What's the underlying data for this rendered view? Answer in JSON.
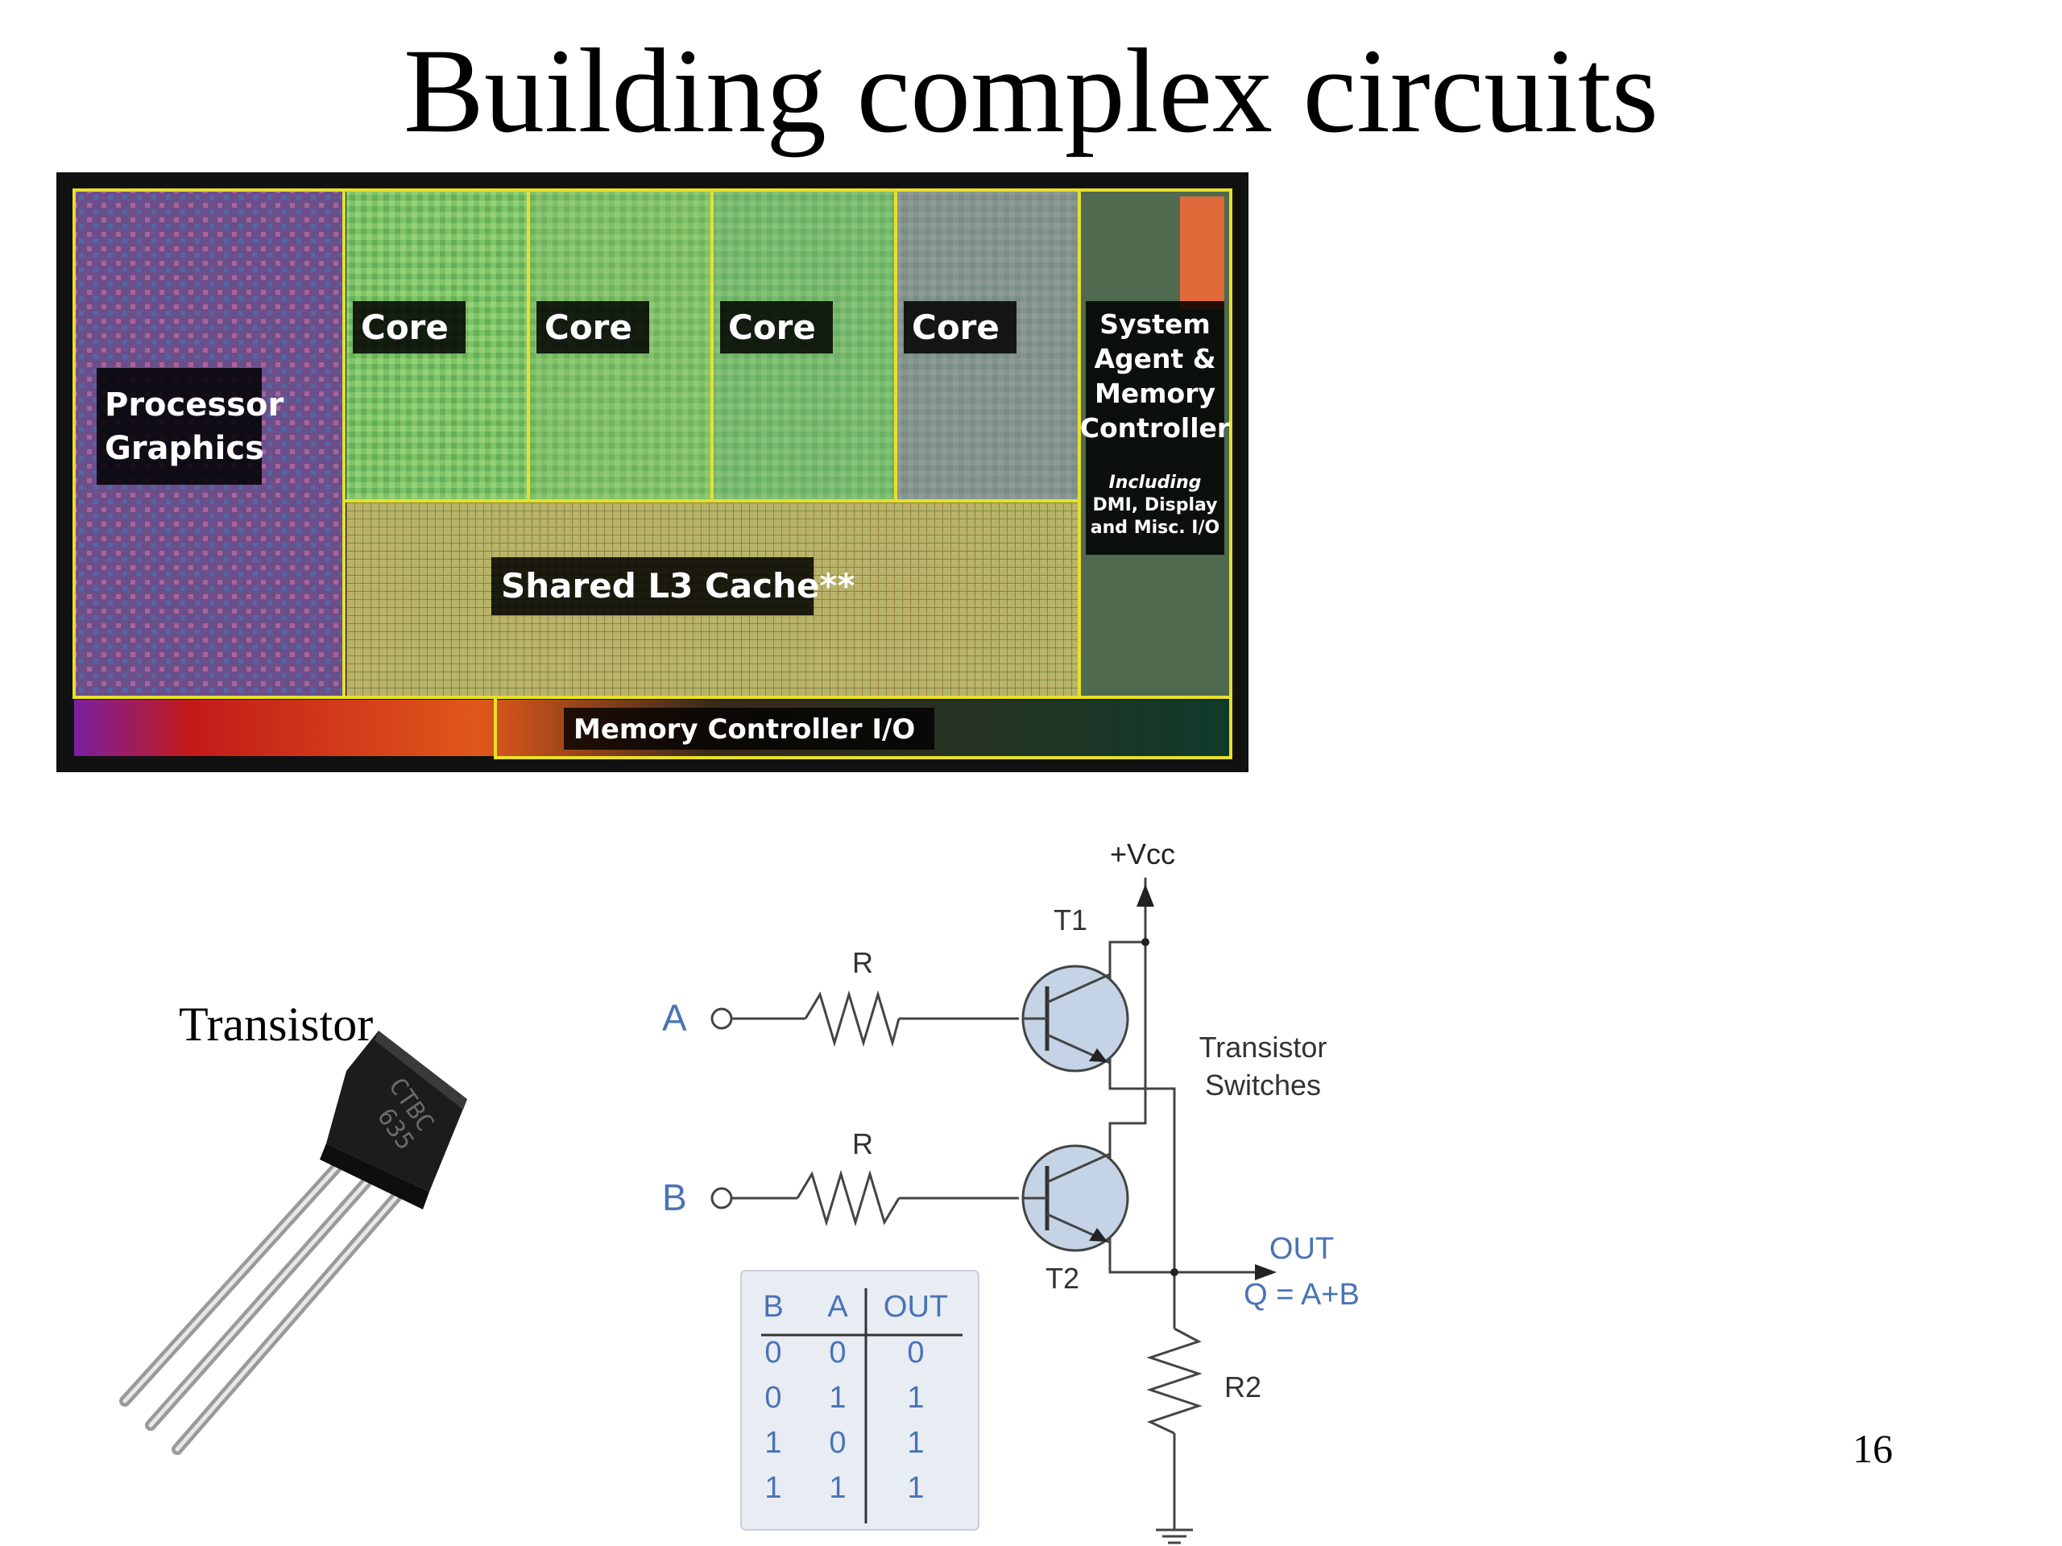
{
  "slide": {
    "title": "Building complex circuits",
    "page_number": "16"
  },
  "die": {
    "labels": {
      "processor_graphics_1": "Processor",
      "processor_graphics_2": "Graphics",
      "core_1": "Core",
      "core_2": "Core",
      "core_3": "Core",
      "core_4": "Core",
      "system_agent_1": "System",
      "system_agent_2": "Agent &",
      "system_agent_3": "Memory",
      "system_agent_4": "Controller",
      "including_1": "Including",
      "including_2": "DMI, Display",
      "including_3": "and Misc. I/O",
      "l3_cache": "Shared L3 Cache**",
      "memory_io": "Memory Controller I/O"
    }
  },
  "transistor": {
    "label": "Transistor",
    "marking_1": "CTBC",
    "marking_2": "635"
  },
  "circuit": {
    "vcc": "+Vcc",
    "t1": "T1",
    "t2": "T2",
    "r_top": "R",
    "r_bottom": "R",
    "r2": "R2",
    "input_a": "A",
    "input_b": "B",
    "switches_1": "Transistor",
    "switches_2": "Switches",
    "out": "OUT",
    "equation": "Q = A+B",
    "truth_table": {
      "headers": [
        "B",
        "A",
        "OUT"
      ],
      "rows": [
        [
          "0",
          "0",
          "0"
        ],
        [
          "0",
          "1",
          "1"
        ],
        [
          "1",
          "0",
          "1"
        ],
        [
          "1",
          "1",
          "1"
        ]
      ]
    }
  },
  "colors": {
    "die_outline": "#e8e02a",
    "input_label_blue": "#4a73b5",
    "transistor_fill": "#c5d3e6"
  }
}
